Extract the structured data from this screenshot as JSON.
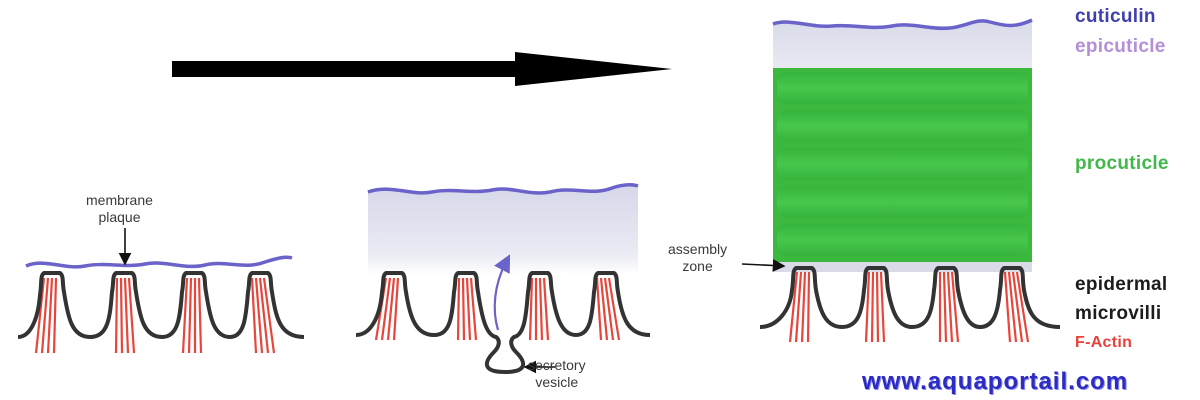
{
  "labels": {
    "membrane_plaque": [
      "membrane",
      "plaque"
    ],
    "secretory_vesicle": [
      "secretory",
      "vesicle"
    ],
    "assembly_zone": [
      "assembly",
      "zone"
    ],
    "cuticulin": "cuticulin",
    "epicuticle": "epicuticle",
    "procuticle": "procuticle",
    "epidermal": "epidermal",
    "microvilli": "microvilli",
    "f_actin": "F-Actin"
  },
  "watermark": "www.aquaportail.com",
  "colors": {
    "cuticulin_line": "#6a63c9",
    "epicuticle_fill": "#dadcec",
    "procuticle_fill": "#3cb83f",
    "membrane_line": "#333333",
    "f_actin": "#e8463c",
    "watermark": "#2c2cc4",
    "arrow": "#000000"
  },
  "icons": {
    "progress_arrow": "right-arrow-icon",
    "pointer_arrows": "small-arrow-icon"
  }
}
